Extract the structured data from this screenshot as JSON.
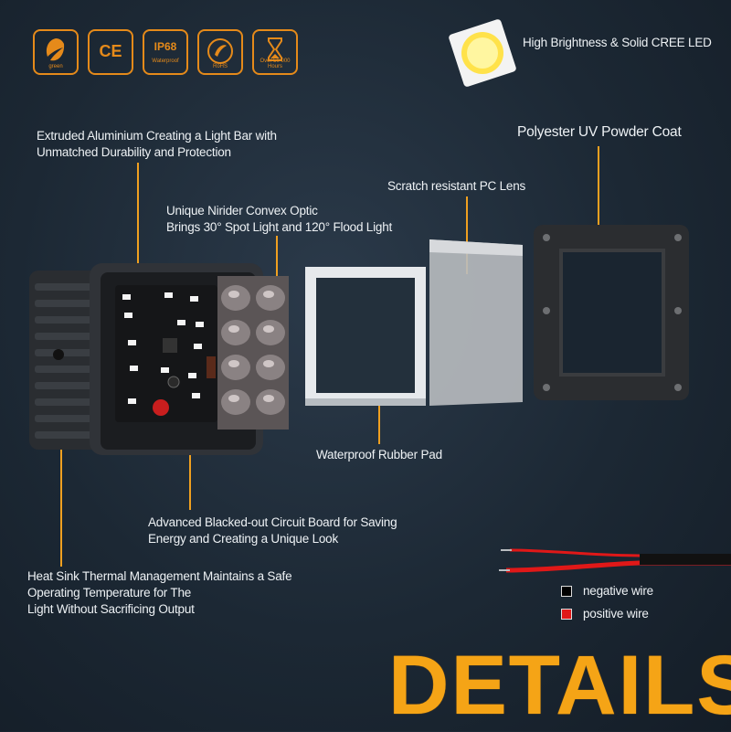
{
  "badges": [
    {
      "icon": "leaf-icon",
      "label": "green"
    },
    {
      "icon": "ce-mark-icon",
      "label": "CE"
    },
    {
      "icon": "ip68-icon",
      "label": "IP68",
      "sub": "Waterproof"
    },
    {
      "icon": "rohs-icon",
      "label": "RoHS"
    },
    {
      "icon": "hourglass-icon",
      "label": "Over 50 000 Hours"
    }
  ],
  "captions": {
    "led": "High Brightness & Solid CREE LED",
    "aluminium": [
      "Extruded Aluminium Creating a Light Bar with",
      "Unmatched Durability and Protection"
    ],
    "powder_coat": "Polyester UV Powder Coat",
    "lens": "Scratch resistant PC Lens",
    "optic": [
      "Unique Nirider Convex Optic",
      "Brings 30° Spot Light and 120° Flood Light"
    ],
    "rubber_pad": "Waterproof Rubber Pad",
    "circuit": [
      "Advanced Blacked-out Circuit Board for Saving",
      "Energy and Creating a Unique Look"
    ],
    "heat_sink": [
      "Heat Sink Thermal Management Maintains a Safe",
      "Operating Temperature for The",
      "Light Without Sacrificing Output"
    ]
  },
  "legend": [
    {
      "label": "negative wire",
      "color": "#000000"
    },
    {
      "label": "positive wire",
      "color": "#e01818"
    }
  ],
  "title": "DETAILS",
  "colors": {
    "accent": "#f5a416",
    "leader": "#f0a020"
  }
}
